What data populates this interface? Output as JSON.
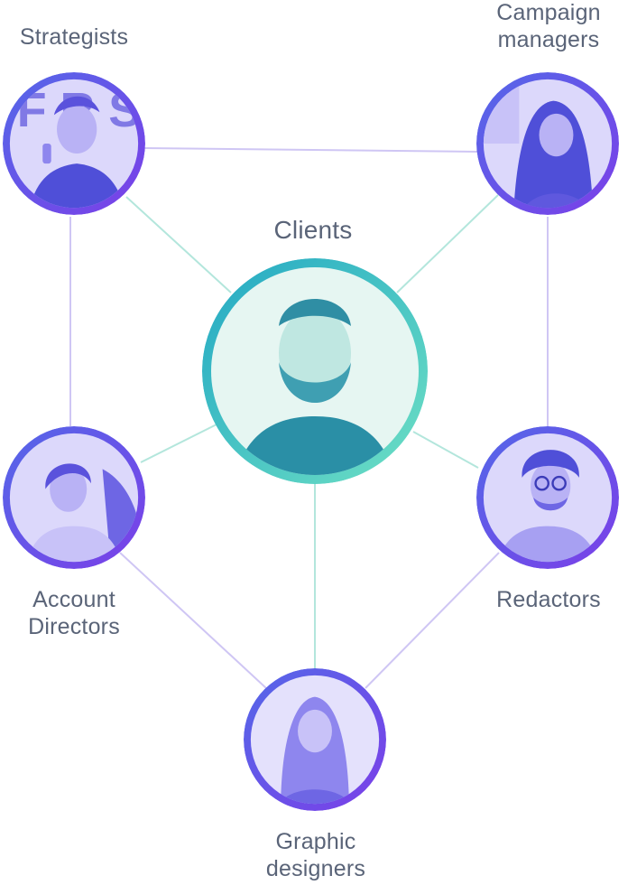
{
  "nodes": {
    "strategists": {
      "label": [
        "Strategists"
      ]
    },
    "campaign": {
      "label": [
        "Campaign",
        "managers"
      ]
    },
    "clients": {
      "label": [
        "Clients"
      ]
    },
    "account": {
      "label": [
        "Account",
        "Directors"
      ]
    },
    "redactors": {
      "label": [
        "Redactors"
      ]
    },
    "graphic": {
      "label": [
        "Graphic",
        "designers"
      ]
    }
  },
  "colors": {
    "label_text": "#5a6478",
    "ring_outer_start": "#5468e8",
    "ring_outer_end": "#7b3fe8",
    "ring_center_start": "#23a8c4",
    "ring_center_end": "#6ee0c4",
    "edge_outer": "#cfc6f4",
    "edge_center": "#b3e6dc",
    "photo_outer_light": "#dcd8fb",
    "photo_outer_dark": "#4f4fd8",
    "photo_center_light": "#e6f6f2",
    "photo_center_dark": "#2a8fa6"
  }
}
